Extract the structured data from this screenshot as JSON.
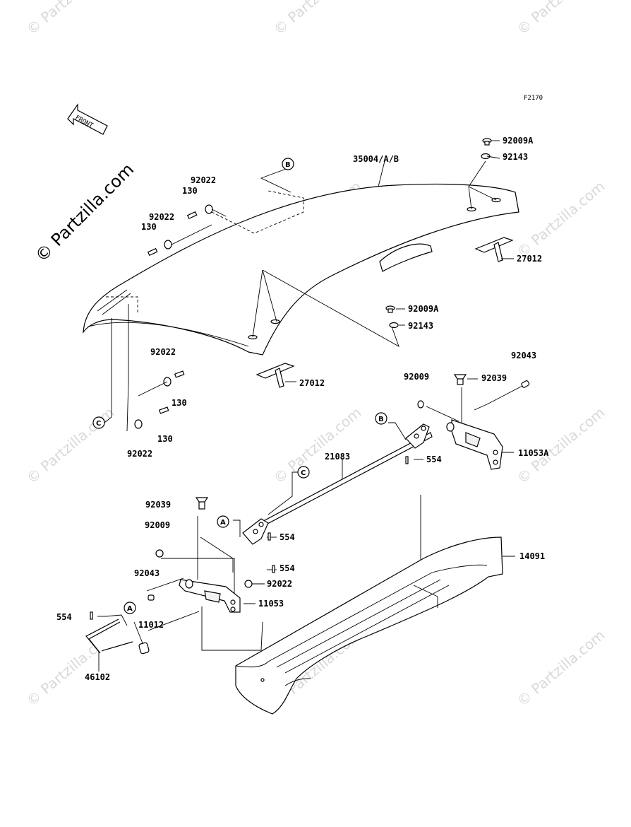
{
  "diagram_code": "F2170",
  "watermarks": {
    "small": "© Partzilla.com",
    "large": "© Partzilla.com"
  },
  "front_arrow": {
    "text": "FRONT",
    "icon": "front-direction-arrow-icon"
  },
  "markers": {
    "a": "A",
    "b": "B",
    "c": "C"
  },
  "parts": {
    "p35004": "35004/A/B",
    "p92009a_1": "92009A",
    "p92143_1": "92143",
    "p27012_1": "27012",
    "p92009a_2": "92009A",
    "p92143_2": "92143",
    "p27012_2": "27012",
    "p92022_1": "92022",
    "p130_1": "130",
    "p92022_2": "92022",
    "p130_2": "130",
    "p92022_3": "92022",
    "p130_3": "130",
    "p130_4": "130",
    "p92022_4": "92022",
    "p92043_1": "92043",
    "p92009_1": "92009",
    "p92039_1": "92039",
    "p11053a": "11053A",
    "p554_1": "554",
    "p21083": "21083",
    "p92039_2": "92039",
    "p92009_2": "92009",
    "p554_2": "554",
    "p554_3": "554",
    "p92022_5": "92022",
    "p92043_2": "92043",
    "p11053": "11053",
    "p14091": "14091",
    "p554_4": "554",
    "p11012": "11012",
    "p46102": "46102"
  }
}
